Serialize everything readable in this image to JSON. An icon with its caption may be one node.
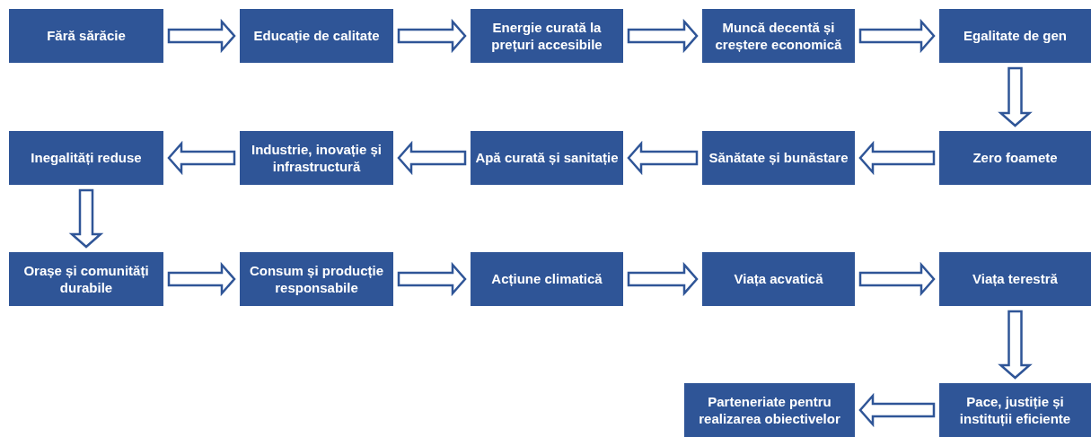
{
  "diagram": {
    "nodes": [
      {
        "text": [
          "Fără sărăcie"
        ]
      },
      {
        "text": [
          "Educație de calitate"
        ]
      },
      {
        "text": [
          "Energie curată la prețuri accesibile"
        ]
      },
      {
        "text": [
          "Muncă decentă și creștere economică"
        ]
      },
      {
        "text": [
          "Egalitate de gen"
        ]
      },
      {
        "text": [
          "Zero foamete"
        ]
      },
      {
        "text": [
          "Sănătate și bunăstare"
        ]
      },
      {
        "text": [
          "Apă curată și sanitație"
        ]
      },
      {
        "text": [
          "Industrie, inovație și infrastructură"
        ]
      },
      {
        "text": [
          "Inegalități reduse"
        ]
      },
      {
        "text": [
          "Orașe și comunități durabile"
        ]
      },
      {
        "text": [
          "Consum și producție responsabile"
        ]
      },
      {
        "text": [
          "Acțiune climatică"
        ]
      },
      {
        "text": [
          "Viața acvatică"
        ]
      },
      {
        "text": [
          "Viața terestră"
        ]
      },
      {
        "text": [
          "Pace, justiție și instituții eficiente"
        ]
      },
      {
        "text": [
          "Parteneriate pentru realizarea obiectivelor"
        ]
      }
    ],
    "edges": [
      {
        "from": 0,
        "to": 1,
        "arrow": "to"
      },
      {
        "from": 1,
        "to": 2,
        "arrow": "to"
      },
      {
        "from": 2,
        "to": 3,
        "arrow": "to"
      },
      {
        "from": 3,
        "to": 4,
        "arrow": "to"
      },
      {
        "from": 4,
        "to": 5,
        "arrow": "to"
      },
      {
        "from": 5,
        "to": 6,
        "arrow": "to"
      },
      {
        "from": 6,
        "to": 7,
        "arrow": "to"
      },
      {
        "from": 7,
        "to": 8,
        "arrow": "to"
      },
      {
        "from": 8,
        "to": 9,
        "arrow": "to"
      },
      {
        "from": 9,
        "to": 10,
        "arrow": "to"
      },
      {
        "from": 10,
        "to": 11,
        "arrow": "to"
      },
      {
        "from": 11,
        "to": 12,
        "arrow": "to"
      },
      {
        "from": 12,
        "to": 13,
        "arrow": "to"
      },
      {
        "from": 13,
        "to": 14,
        "arrow": "to"
      },
      {
        "from": 14,
        "to": 15,
        "arrow": "to"
      },
      {
        "from": 15,
        "to": 16,
        "arrow": "to"
      }
    ]
  }
}
